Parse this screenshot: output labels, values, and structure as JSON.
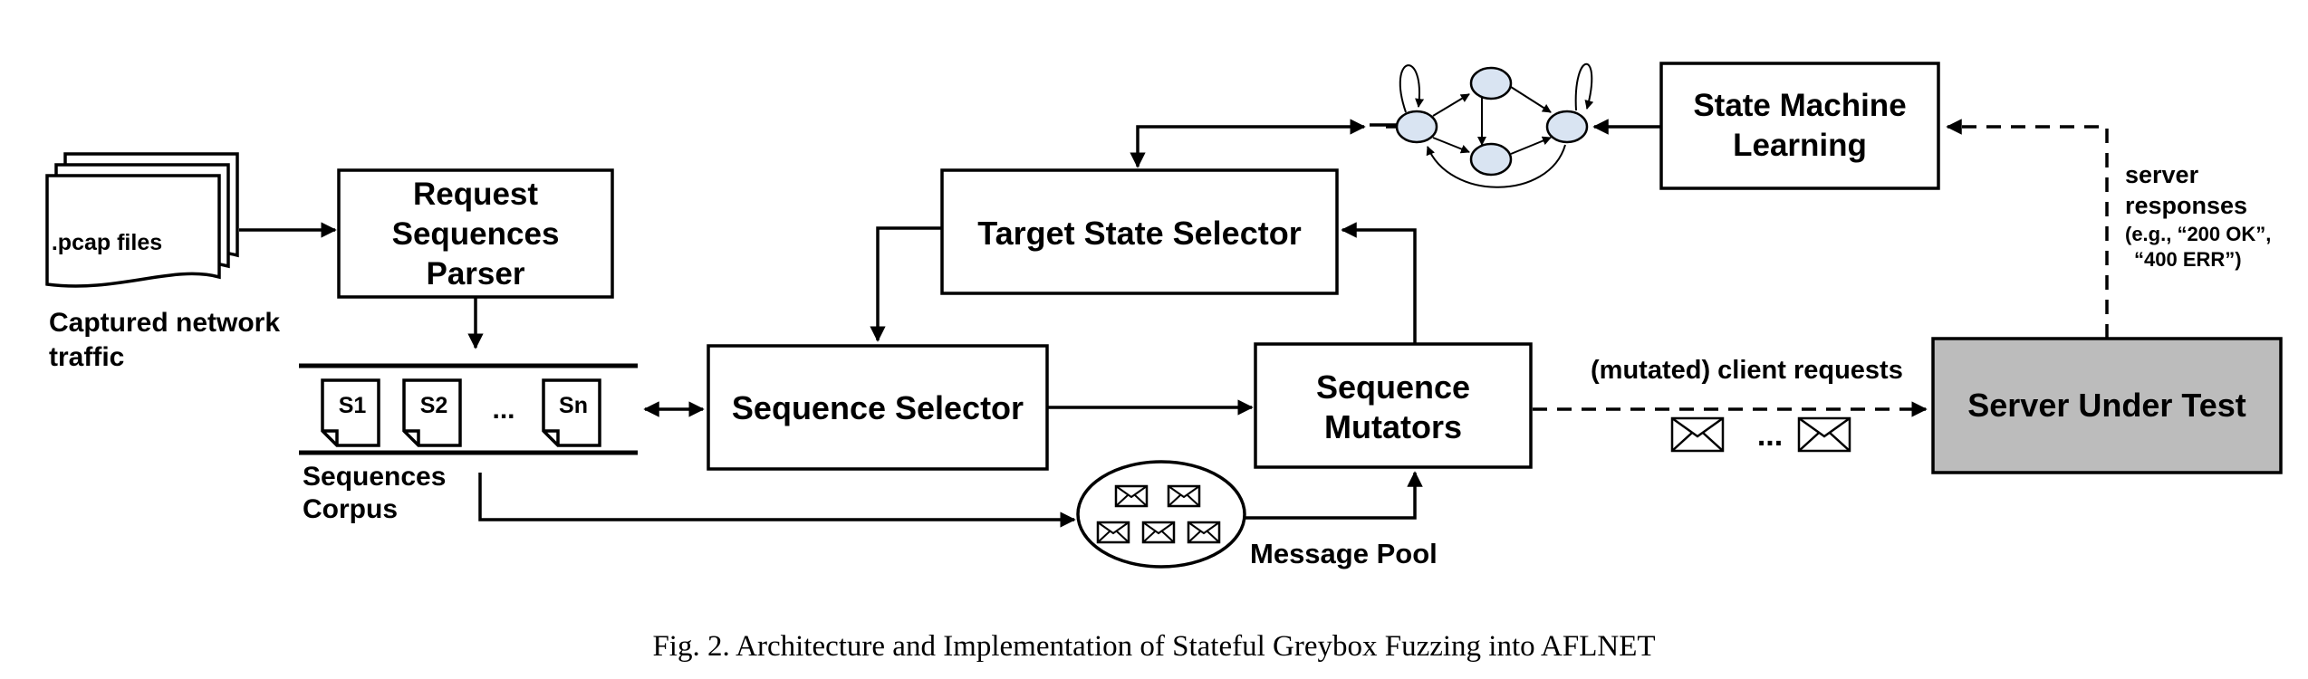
{
  "diagram": {
    "pcap_label": ".pcap files",
    "captured_label": [
      "Captured network",
      "traffic"
    ],
    "parser_label": [
      "Request",
      "Sequences",
      "Parser"
    ],
    "corpus_items": [
      "S1",
      "S2",
      "...",
      "Sn"
    ],
    "corpus_label": [
      "Sequences",
      "Corpus"
    ],
    "sequence_selector_label": "Sequence Selector",
    "target_state_selector_label": "Target State Selector",
    "sequence_mutators_label": [
      "Sequence",
      "Mutators"
    ],
    "message_pool_label": "Message Pool",
    "state_machine_learning_label": [
      "State Machine",
      "Learning"
    ],
    "server_under_test_label": "Server Under Test",
    "server_responses_label": [
      "server",
      "responses",
      "(e.g., “200 OK”,",
      "“400 ERR”)"
    ],
    "client_requests_label": "(mutated) client requests",
    "ellipsis": "...",
    "server_color": "#bcbcbc",
    "node_color": "#d9e4f2"
  },
  "caption": "Fig. 2.  Architecture and Implementation of Stateful Greybox Fuzzing into AFLNET"
}
